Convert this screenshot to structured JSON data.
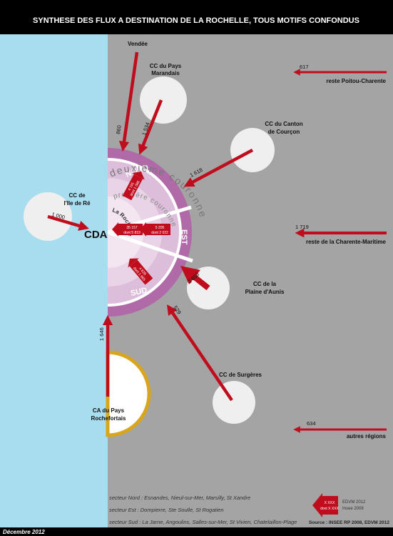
{
  "title": "SYNTHESE DES FLUX A DESTINATION DE LA ROCHELLE, TOUS MOTIFS CONFONDUS",
  "colors": {
    "sea": "#a8dcef",
    "land": "#a4a4a4",
    "arrow": "#c00d1e",
    "ring_outer": "#b06aa8",
    "ring_mid": "#dcbedb",
    "ring_inner": "#e9d3e6",
    "core": "#f3e6f1",
    "rochefort_border": "#d8a51c"
  },
  "labels": {
    "vendee": "Vendée",
    "cc_pays_marandais": [
      "CC du Pays",
      "Marandais"
    ],
    "cc_canton_courcon": [
      "CC du Canton",
      "de Courçon"
    ],
    "cc_ile_de_re": [
      "CC de",
      "l'Ile de Ré"
    ],
    "cda": "CDA",
    "cc_plaine_aunis": [
      "CC de la",
      "Plaine d'Aunis"
    ],
    "cc_surgeres": "CC de Surgères",
    "ca_pays_rochefortais": [
      "CA du Pays",
      "Rochefortais"
    ],
    "reste_poitou": "reste Poitou-Charente",
    "reste_charente_maritime": "reste de la Charente-Maritime",
    "autres_regions": "autres régions"
  },
  "flows": {
    "vendee": "860",
    "pays_marandais": "1 534",
    "canton_courcon": "1 618",
    "ile_de_re": "1 000",
    "plaine_aunis": "2 858",
    "surgeres": "529",
    "rochefort": "1 646",
    "reste_poitou": "617",
    "reste_charente_maritime": "1 719",
    "autres_regions": "634"
  },
  "rings": {
    "sector_nord": "NORD",
    "sector_est": "EST",
    "sector_sud": "SUD",
    "deuxieme": "deuxième couronne",
    "premiere": "première couronne",
    "la_rochelle": "La Rochelle"
  },
  "internal_flows": {
    "nord": [
      "4 191",
      "dont 1 086"
    ],
    "centre": [
      "35 157",
      "dont 5 819"
    ],
    "est": [
      "5 205",
      "dont 2 022"
    ],
    "sud": [
      "4 628",
      "dont 1 965"
    ]
  },
  "legend": {
    "box": [
      "X XXX",
      "dont X XXX"
    ],
    "sources": [
      "EDVM 2012",
      "Insee 2008"
    ]
  },
  "footnotes": [
    "secteur Nord : Esnandes, Nieul-sur-Mer, Marsilly, St Xandre",
    "secteur Est : Dompierre, Ste Soulle, St Rogatien",
    "secteur Sud : La Jarne, Angoulins, Salles-sur-Mer, St Vivien, Chatelaillon-Plage"
  ],
  "source": "Source : INSEE RP 2008, EDVM 2012",
  "date": "Décembre 2012"
}
